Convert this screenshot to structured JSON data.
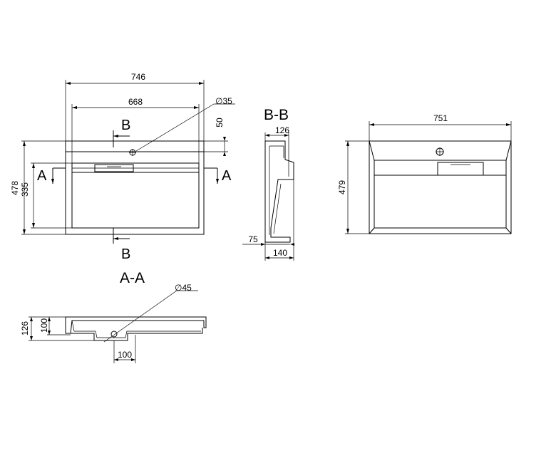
{
  "top_view": {
    "width_outer": "746",
    "width_inner": "668",
    "hole_diameter": "∅35",
    "hole_offset": "50",
    "depth_outer": "478",
    "depth_inner": "335",
    "section_a": "A",
    "section_b": "B"
  },
  "section_bb": {
    "title": "B-B",
    "top_width": "126",
    "bottom_width": "140",
    "height_label": "75"
  },
  "side_view": {
    "width": "751",
    "depth": "479"
  },
  "section_aa": {
    "title": "A-A",
    "drain_diameter": "∅45",
    "height_outer": "126",
    "height_inner": "100",
    "drain_width": "100"
  }
}
